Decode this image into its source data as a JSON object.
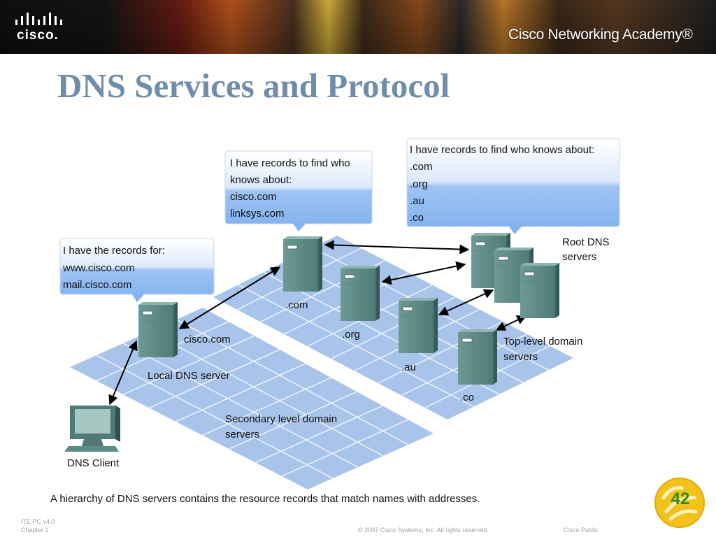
{
  "header": {
    "logo_text": "cisco.",
    "academy_text": "Cisco Networking Academy®"
  },
  "slide": {
    "title": "DNS Services and Protocol",
    "caption": "A hierarchy of DNS servers contains the resource records that match names with addresses.",
    "page_number": "42"
  },
  "footer": {
    "course": "ITE PC v4.0",
    "chapter": "Chapter 1",
    "copyright": "© 2007 Cisco Systems, Inc. All rights reserved.",
    "classification": "Cisco Public"
  },
  "diagram": {
    "bubbles": {
      "local": [
        "I have the records for:",
        "www.cisco.com",
        "mail.cisco.com"
      ],
      "com": [
        "I have records to find who",
        "knows about:",
        "cisco.com",
        "linksys.com"
      ],
      "root": [
        "I have records to find who knows about:",
        ".com",
        ".org",
        ".au",
        ".co"
      ]
    },
    "labels": {
      "dot_com": ".com",
      "dot_org": ".org",
      "dot_au": ".au",
      "dot_co": ".co",
      "cisco_com": "cisco.com",
      "local_dns": "Local DNS server",
      "secondary_1": "Secondary level domain",
      "secondary_2": "servers",
      "tld_1": "Top-level domain",
      "tld_2": "servers",
      "root_1": "Root DNS",
      "root_2": "servers",
      "client": "DNS Client"
    }
  },
  "colors": {
    "title": "#6f8daa",
    "platform": "#a9c4ea",
    "grid": "#ffffff",
    "server": "#5f8b86",
    "badge": "#f2c21b",
    "page_number": "#2e8a1e"
  }
}
